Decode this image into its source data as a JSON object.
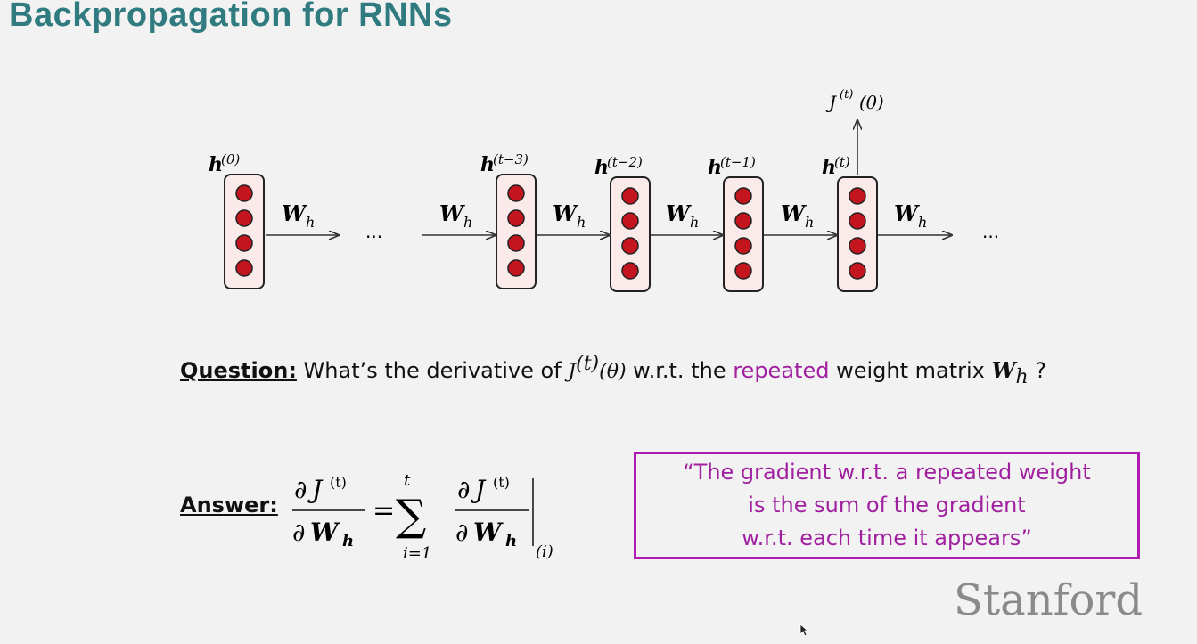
{
  "slide": {
    "title": "Backpropagation for RNNs"
  },
  "diagram": {
    "states": [
      {
        "base": "h",
        "sup": "(0)"
      },
      {
        "base": "h",
        "sup": "(t−3)"
      },
      {
        "base": "h",
        "sup": "(t−2)"
      },
      {
        "base": "h",
        "sup": "(t−1)"
      },
      {
        "base": "h",
        "sup": "(t)"
      }
    ],
    "weight": {
      "base": "W",
      "sub": "h"
    },
    "ellipsis": "...",
    "loss": {
      "base": "J",
      "sup": "(t)",
      "arg": "(θ)"
    },
    "colors": {
      "node": "#c4141e",
      "box": "#fbeaea",
      "stroke": "#222222"
    }
  },
  "question": {
    "label": "Question:",
    "text_before": " What’s the derivative of ",
    "loss_base": "J",
    "loss_sup": "(t)",
    "loss_arg": "(θ)",
    "text_middle": " w.r.t. the ",
    "highlight": "repeated",
    "text_after": " weight matrix ",
    "matrix_base": "W",
    "matrix_sub": "h",
    "end": " ?"
  },
  "answer": {
    "label": "Answer:",
    "partial": "∂",
    "numerator_base": "J",
    "numerator_sup": "(t)",
    "denominator_base": "W",
    "denominator_sub": "h",
    "equals": "=",
    "sum": "∑",
    "sum_upper": "t",
    "sum_lower": "i=1",
    "eval_sub": "(i)"
  },
  "quote": {
    "lines": [
      "“The gradient w.r.t. a repeated weight",
      "is the sum of the gradient",
      "w.r.t. each time it appears”"
    ],
    "color": "#a020a0"
  },
  "branding": {
    "logo": "Stanford"
  }
}
